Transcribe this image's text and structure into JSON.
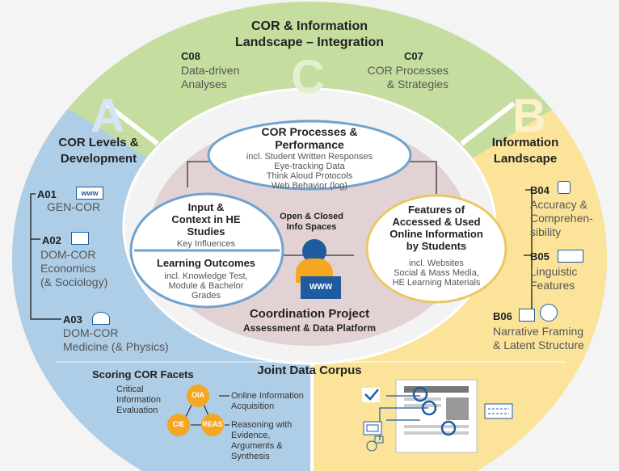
{
  "title": {
    "line1": "COR & Information",
    "line2": "Landscape – Integration"
  },
  "big_letters": {
    "a": "A",
    "b": "B",
    "c": "C"
  },
  "section_c": {
    "c08": {
      "code": "C08",
      "line1": "Data-driven",
      "line2": "Analyses"
    },
    "c07": {
      "code": "C07",
      "line1": "COR Processes",
      "line2": "& Strategies"
    }
  },
  "section_a": {
    "title_line1": "COR Levels &",
    "title_line2": "Development",
    "a01": {
      "code": "A01",
      "text": "GEN-COR"
    },
    "a02": {
      "code": "A02",
      "line1": "DOM-COR",
      "line2": "Economics",
      "line3": "(& Sociology)"
    },
    "a03": {
      "code": "A03",
      "line1": "DOM-COR",
      "line2": "Medicine (& Physics)"
    }
  },
  "section_b": {
    "title_line1": "Information",
    "title_line2": "Landscape",
    "b04": {
      "code": "B04",
      "line1": "Accuracy &",
      "line2": "Comprehen-",
      "line3": "sibility"
    },
    "b05": {
      "code": "B05",
      "line1": "Linguistic",
      "line2": "Features"
    },
    "b06": {
      "code": "B06",
      "line1": "Narrative Framing",
      "line2": "& Latent Structure"
    }
  },
  "center": {
    "processes": {
      "title1": "COR Processes &",
      "title2": "Performance",
      "items": [
        "incl. Student Written Responses",
        "Eye-tracking Data",
        "Think Aloud Protocols",
        "Web Behavior (log)"
      ]
    },
    "input": {
      "title1": "Input &",
      "title2": "Context in HE",
      "title3": "Studies",
      "sub": "Key Influences"
    },
    "outcomes": {
      "title": "Learning Outcomes",
      "items": [
        "incl. Knowledge Test,",
        "Module & Bachelor",
        "Grades"
      ]
    },
    "spaces": {
      "line1": "Open & Closed",
      "line2": "Info Spaces"
    },
    "laptop_text": "WWW",
    "features": {
      "title1": "Features of",
      "title2": "Accessed & Used",
      "title3": "Online Information",
      "title4": "by Students",
      "items": [
        "incl. Websites",
        "Social & Mass Media,",
        "HE Learning Materials"
      ]
    },
    "coordination": {
      "line1": "Coordination Project",
      "line2": "Assessment & Data Platform"
    }
  },
  "corpus": "Joint Data Corpus",
  "scoring": {
    "title": "Scoring COR Facets",
    "left": [
      "Critical",
      "Information",
      "Evaluation"
    ],
    "nodes": {
      "oia": "OIA",
      "cie": "CIE",
      "reas": "REAS"
    },
    "right1": [
      "Online Information",
      "Acquisition"
    ],
    "right2": [
      "Reasoning with",
      "Evidence,",
      "Arguments &",
      "Synthesis"
    ]
  },
  "icon_texts": {
    "www": "www"
  },
  "colors": {
    "green": "#c6dda0",
    "blue": "#aecde6",
    "yellow": "#fbe49a",
    "center_mauve": "#e2d2d4",
    "inner_white": "#f5f5f5",
    "accent_blue": "#1f5b9e",
    "orange": "#f5a623"
  }
}
